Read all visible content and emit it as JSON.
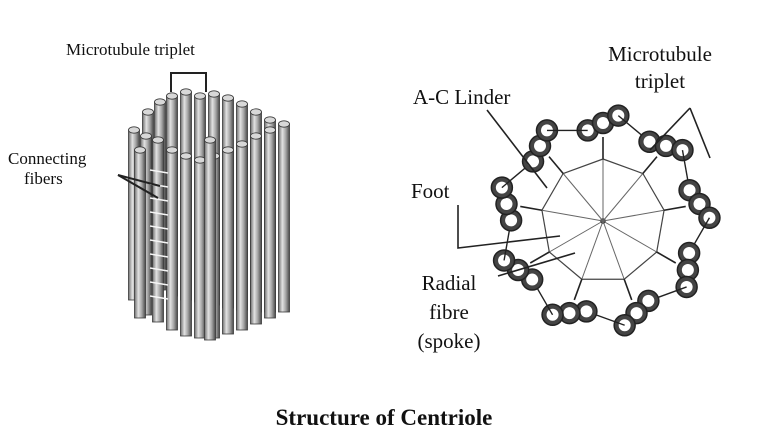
{
  "caption": "Structure of Centriole",
  "left_figure": {
    "labels": {
      "microtubule_triplet": "Microtubule triplet",
      "connecting_fibers_line1": "Connecting",
      "connecting_fibers_line2": "fibers"
    }
  },
  "right_figure": {
    "labels": {
      "microtubule_triplet_line1": "Microtubule",
      "microtubule_triplet_line2": "triplet",
      "ac_linder": "A-C Linder",
      "foot": "Foot",
      "radial_fibre_line1": "Radial",
      "radial_fibre_line2": "fibre",
      "radial_fibre_line3": "(spoke)"
    },
    "triplet_count": 9
  },
  "colors": {
    "text": "#111111",
    "tubule_fill": "#b4b4b4",
    "tubule_dark": "#444444",
    "line": "#222222"
  }
}
